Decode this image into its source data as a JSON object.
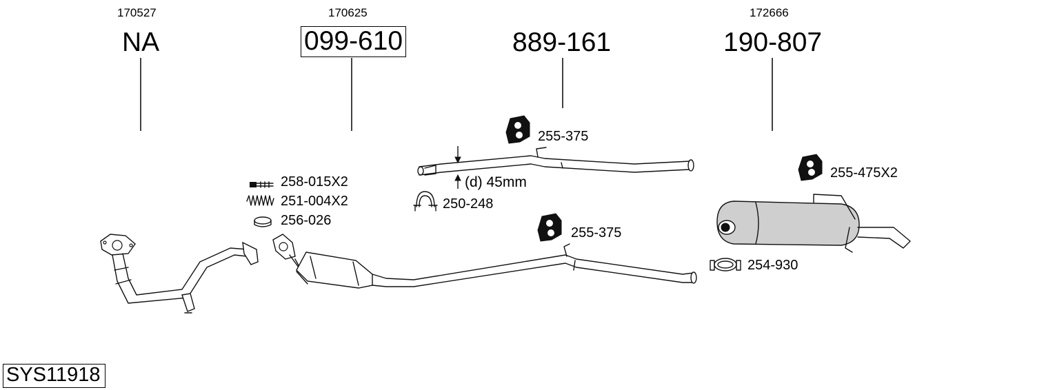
{
  "columns": [
    {
      "ref": "170527",
      "part": "NA"
    },
    {
      "ref": "170625",
      "part": "099-610"
    },
    {
      "ref": "",
      "part": "889-161"
    },
    {
      "ref": "172666",
      "part": "190-807"
    }
  ],
  "parts": {
    "hanger_middle": "255-375",
    "diameter_note": "(d) 45mm",
    "clamp_middle": "250-248",
    "bolt": "258-015X2",
    "spring": "251-004X2",
    "gasket": "256-026",
    "hanger_lower": "255-375",
    "hanger_rear": "255-475X2",
    "clamp_rear": "254-930"
  },
  "system_code": "SYS11918"
}
